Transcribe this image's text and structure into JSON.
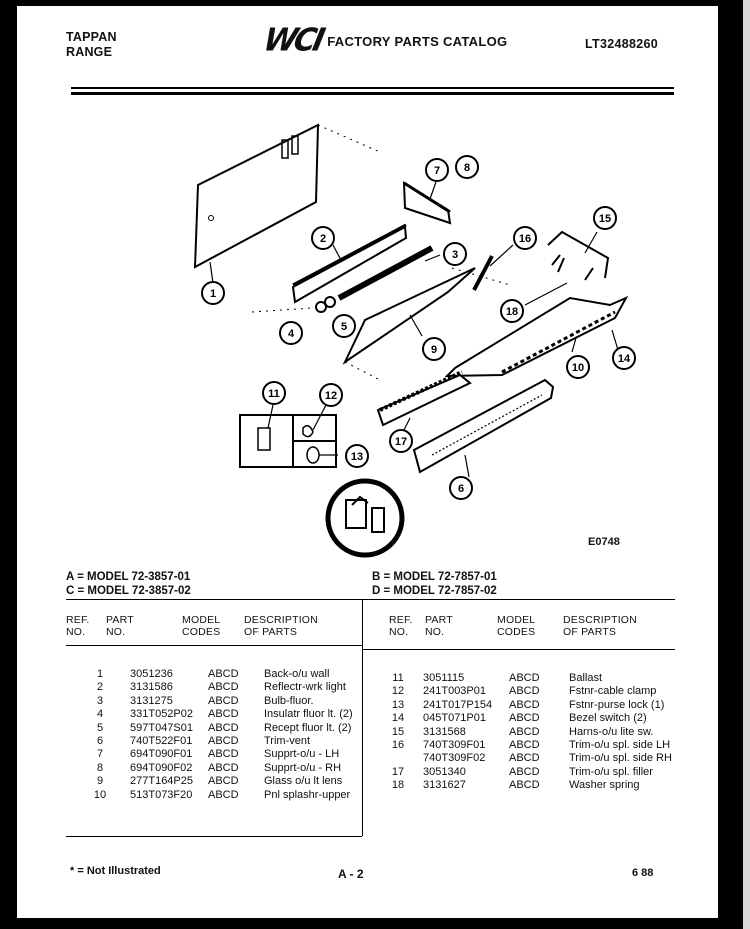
{
  "header": {
    "brand": "TAPPAN",
    "product": "RANGE",
    "logo": "WCI",
    "title": "FACTORY PARTS CATALOG",
    "catalog_number": "LT32488260"
  },
  "diagram": {
    "figure_id": "E0748",
    "callouts": [
      "1",
      "2",
      "3",
      "4",
      "5",
      "6",
      "7",
      "8",
      "9",
      "10",
      "11",
      "12",
      "13",
      "14",
      "15",
      "16",
      "17",
      "18"
    ]
  },
  "models": {
    "a": "A = MODEL 72-3857-01",
    "b": "B = MODEL 72-7857-01",
    "c": "C = MODEL 72-3857-02",
    "d": "D = MODEL 72-7857-02"
  },
  "table": {
    "columns": {
      "ref_1": "REF.",
      "ref_2": "NO.",
      "part_1": "PART",
      "part_2": "NO.",
      "model_1": "MODEL",
      "model_2": "CODES",
      "desc_1": "DESCRIPTION",
      "desc_2": "OF PARTS"
    },
    "left_rows": [
      {
        "ref": "1",
        "part": "3051236",
        "codes": "ABCD",
        "desc": "Back-o/u wall"
      },
      {
        "ref": "2",
        "part": "3131586",
        "codes": "ABCD",
        "desc": "Reflectr-wrk light"
      },
      {
        "ref": "3",
        "part": "3131275",
        "codes": "ABCD",
        "desc": "Bulb-fluor."
      },
      {
        "ref": "4",
        "part": "331T052P02",
        "codes": "ABCD",
        "desc": "Insulatr fluor lt. (2)"
      },
      {
        "ref": "5",
        "part": "597T047S01",
        "codes": "ABCD",
        "desc": "Recept fluor lt. (2)"
      },
      {
        "ref": "6",
        "part": "740T522F01",
        "codes": "ABCD",
        "desc": "Trim-vent"
      },
      {
        "ref": "7",
        "part": "694T090F01",
        "codes": "ABCD",
        "desc": "Supprt-o/u - LH"
      },
      {
        "ref": "8",
        "part": "694T090F02",
        "codes": "ABCD",
        "desc": "Supprt-o/u - RH"
      },
      {
        "ref": "9",
        "part": "277T164P25",
        "codes": "ABCD",
        "desc": "Glass o/u lt lens"
      },
      {
        "ref": "10",
        "part": "513T073F20",
        "codes": "ABCD",
        "desc": "Pnl splashr-upper"
      }
    ],
    "right_rows": [
      {
        "ref": "11",
        "part": "3051115",
        "codes": "ABCD",
        "desc": "Ballast"
      },
      {
        "ref": "12",
        "part": "241T003P01",
        "codes": "ABCD",
        "desc": "Fstnr-cable clamp"
      },
      {
        "ref": "13",
        "part": "241T017P154",
        "codes": "ABCD",
        "desc": "Fstnr-purse lock (1)"
      },
      {
        "ref": "14",
        "part": "045T071P01",
        "codes": "ABCD",
        "desc": "Bezel switch (2)"
      },
      {
        "ref": "15",
        "part": "3131568",
        "codes": "ABCD",
        "desc": "Harns-o/u lite sw."
      },
      {
        "ref": "16",
        "part": "740T309F01",
        "codes": "ABCD",
        "desc": "Trim-o/u spl. side LH"
      },
      {
        "ref": "",
        "part": "740T309F02",
        "codes": "ABCD",
        "desc": "Trim-o/u spl. side RH"
      },
      {
        "ref": "17",
        "part": "3051340",
        "codes": "ABCD",
        "desc": "Trim-o/u spl. filler"
      },
      {
        "ref": "18",
        "part": "3131627",
        "codes": "ABCD",
        "desc": "Washer spring"
      }
    ]
  },
  "footer": {
    "note": "* = Not Illustrated",
    "page": "A - 2",
    "date": "6 88"
  }
}
